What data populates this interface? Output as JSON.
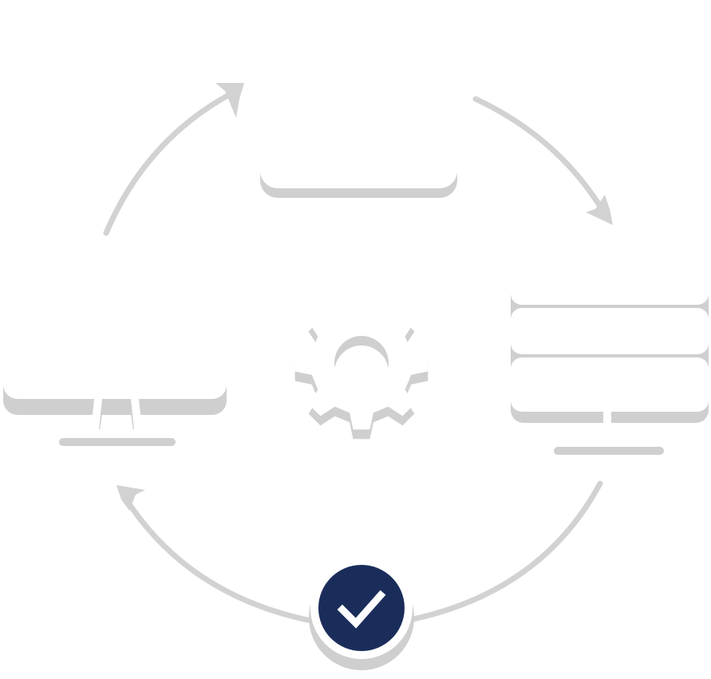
{
  "diagram": {
    "center_icon": "gear-icon",
    "nodes": [
      {
        "id": "top-node",
        "icon": "document-card"
      },
      {
        "id": "left-node",
        "icon": "desktop-monitor-icon"
      },
      {
        "id": "right-node",
        "icon": "server-stack-icon"
      }
    ],
    "flow": [
      "left-node",
      "top-node",
      "right-node",
      "completed",
      "left-node"
    ],
    "status": {
      "icon": "check-icon",
      "state": "completed"
    }
  },
  "colors": {
    "background": "#ffffff",
    "surface": "#ffffff",
    "shadow": "#cfcfcf",
    "arrow": "#d2d2d2",
    "accent": "#1a2d5a",
    "check": "#ffffff"
  }
}
